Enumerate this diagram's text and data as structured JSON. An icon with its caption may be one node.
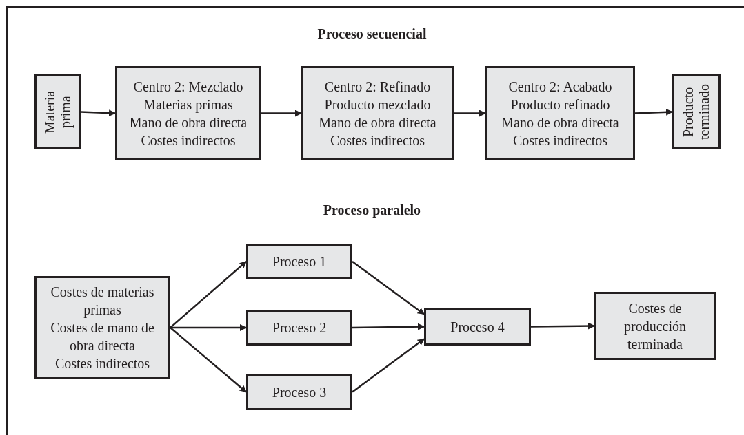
{
  "diagram": {
    "nodes": [
      {
        "text": [
          "Materia prima"
        ]
      },
      {
        "text": [
          "Centro 2: Mezclado",
          "Materias primas",
          "Mano de obra directa",
          "Costes indirectos"
        ]
      },
      {
        "text": [
          "Centro 2: Refinado",
          "Producto mezclado",
          "Mano de obra directa",
          "Costes indirectos"
        ]
      },
      {
        "text": [
          "Centro 2: Acabado",
          "Producto refinado",
          "Mano de obra directa",
          "Costes indirectos"
        ]
      },
      {
        "text": [
          "Producto terminado"
        ]
      },
      {
        "text": [
          "Costes de materias primas",
          "Costes de mano de obra directa",
          "Costes indirectos"
        ]
      },
      {
        "text": [
          "Proceso 1"
        ]
      },
      {
        "text": [
          "Proceso 2"
        ]
      },
      {
        "text": [
          "Proceso 3"
        ]
      },
      {
        "text": [
          "Proceso 4"
        ]
      },
      {
        "text": [
          "Costes de producción terminada"
        ]
      }
    ],
    "edges": [
      {
        "from": 0,
        "to": 1,
        "arrow": "to"
      },
      {
        "from": 1,
        "to": 2,
        "arrow": "to"
      },
      {
        "from": 2,
        "to": 3,
        "arrow": "to"
      },
      {
        "from": 3,
        "to": 4,
        "arrow": "to"
      },
      {
        "from": 5,
        "to": 6,
        "arrow": "to"
      },
      {
        "from": 5,
        "to": 7,
        "arrow": "to"
      },
      {
        "from": 5,
        "to": 8,
        "arrow": "to"
      },
      {
        "from": 6,
        "to": 9,
        "arrow": "to"
      },
      {
        "from": 7,
        "to": 9,
        "arrow": "to"
      },
      {
        "from": 8,
        "to": 9,
        "arrow": "to"
      },
      {
        "from": 9,
        "to": 10,
        "arrow": "to"
      }
    ],
    "labels": [
      "Proceso secuencial",
      "Proceso paralelo"
    ]
  }
}
